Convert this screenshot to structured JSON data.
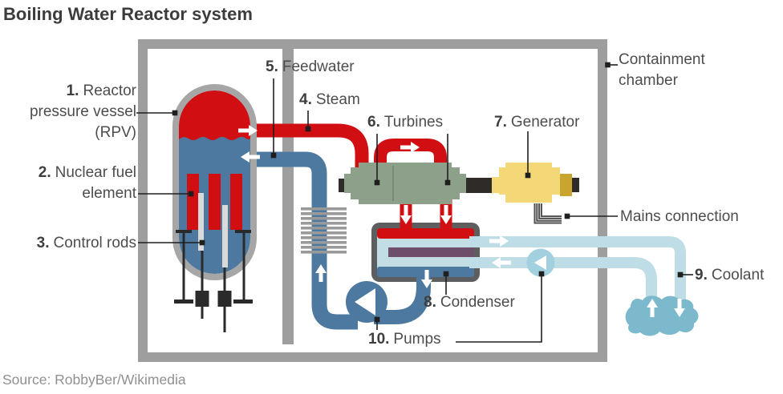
{
  "title": "Boiling Water Reactor system",
  "source_credit": "Source: RobbyBer/Wikimedia",
  "labels": {
    "rpv": {
      "num": "1.",
      "text": "Reactor",
      "line2": "pressure vessel",
      "line3": "(RPV)"
    },
    "fuel": {
      "num": "2.",
      "text": "Nuclear fuel",
      "line2": "element"
    },
    "control_rods": {
      "num": "3.",
      "text": "Control rods"
    },
    "steam": {
      "num": "4.",
      "text": "Steam"
    },
    "feedwater": {
      "num": "5.",
      "text": "Feedwater"
    },
    "turbines": {
      "num": "6.",
      "text": "Turbines"
    },
    "generator": {
      "num": "7.",
      "text": "Generator"
    },
    "condenser": {
      "num": "8.",
      "text": "Condenser"
    },
    "coolant": {
      "num": "9.",
      "text": "Coolant"
    },
    "pumps": {
      "num": "10.",
      "text": "Pumps"
    },
    "containment": {
      "line1": "Containment",
      "line2": "chamber"
    },
    "mains": {
      "text": "Mains connection"
    }
  },
  "colors": {
    "wall_gray": "#9e9e9e",
    "vessel_border": "#a6a6a6",
    "steam_red": "#d10f13",
    "water_blue": "#4d79a0",
    "coolant_pipe": "#bfdde6",
    "coolant_water": "#7cb9cc",
    "coolant_pump": "#a3d0de",
    "turbine_green": "#8da089",
    "generator_yellow": "#f4d878",
    "generator_cap": "#c9a42e",
    "shaft_dark": "#2e2b28",
    "condenser_frame": "#5c5e60",
    "condenser_purple": "#6e4f6b",
    "control_rod_white": "#d9d9d9",
    "label_text": "#4d4d4d",
    "source_text": "#909090"
  }
}
